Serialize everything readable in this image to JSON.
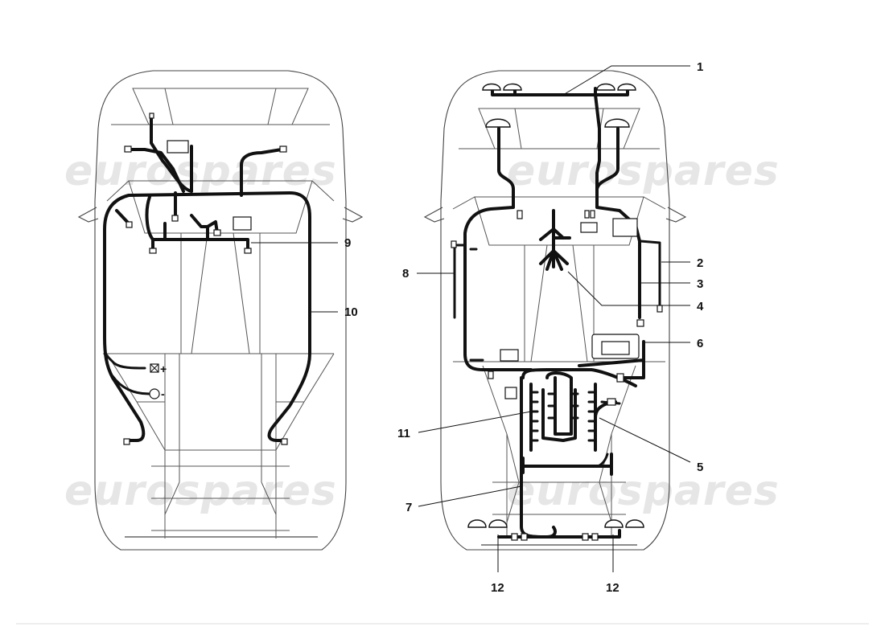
{
  "watermark": "eurospares",
  "callouts": {
    "c1": "1",
    "c2": "2",
    "c3": "3",
    "c4": "4",
    "c5": "5",
    "c6": "6",
    "c7": "7",
    "c8": "8",
    "c9": "9",
    "c10": "10",
    "c11": "11",
    "c12a": "12",
    "c12b": "12"
  },
  "battery_terminals": {
    "positive": "+",
    "negative": "-"
  }
}
